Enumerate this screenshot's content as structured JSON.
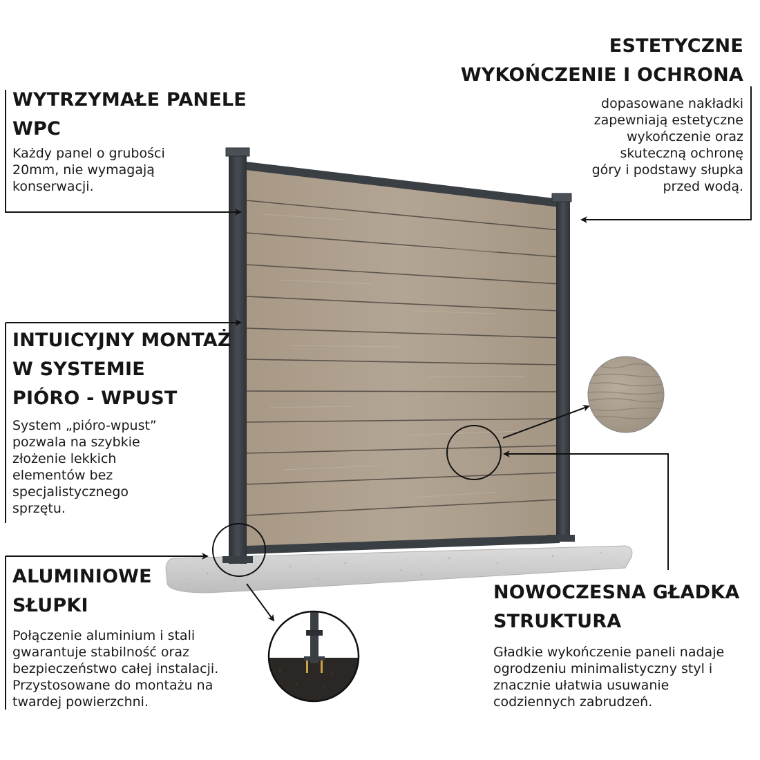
{
  "sections": {
    "panels": {
      "title": [
        "WYTRZYMAŁE PANELE",
        "WPC"
      ],
      "body": [
        "Każdy panel o grubości",
        "20mm, nie wymagają",
        "konserwacji."
      ]
    },
    "finish": {
      "title": [
        "ESTETYCZNE",
        "WYKOŃCZENIE I OCHRONA"
      ],
      "body": [
        "dopasowane nakładki",
        "zapewniają estetyczne",
        "wykończenie oraz",
        "skuteczną ochronę",
        "góry i podstawy słupka",
        "przed wodą."
      ]
    },
    "mounting": {
      "title": [
        "INTUICYJNY MONTAŻ",
        "W SYSTEMIE",
        "PIÓRO - WPUST"
      ],
      "body": [
        "System „pióro-wpust”",
        "pozwala na szybkie",
        "złożenie lekkich",
        "elementów bez",
        "specjalistycznego",
        "sprzętu."
      ]
    },
    "posts": {
      "title": [
        "ALUMINIOWE",
        "SŁUPKI"
      ],
      "body": [
        "Połączenie aluminium i stali",
        "gwarantuje stabilność oraz",
        "bezpieczeństwo całej instalacji.",
        "Przystosowane do montażu na",
        "twardej powierzchni."
      ]
    },
    "texture": {
      "title": [
        "NOWOCZESNA GŁADKA",
        "STRUKTURA"
      ],
      "body": [
        "Gładkie wykończenie paneli nadaje",
        "ogrodzeniu minimalistyczny styl i",
        "znacznie ułatwia usuwanie",
        "codziennych zabrudzeń."
      ]
    }
  },
  "colors": {
    "panel": "#a99a88",
    "post": "#3a3f44",
    "concrete": "#cfcfcf",
    "ground": "#2a2724"
  },
  "visual": {
    "panel_count": 12,
    "callout_circles": [
      "post-base-detail",
      "panel-surface-detail"
    ],
    "zoom_inserts": [
      "wood-texture-zoom",
      "anchor-detail-zoom"
    ]
  }
}
